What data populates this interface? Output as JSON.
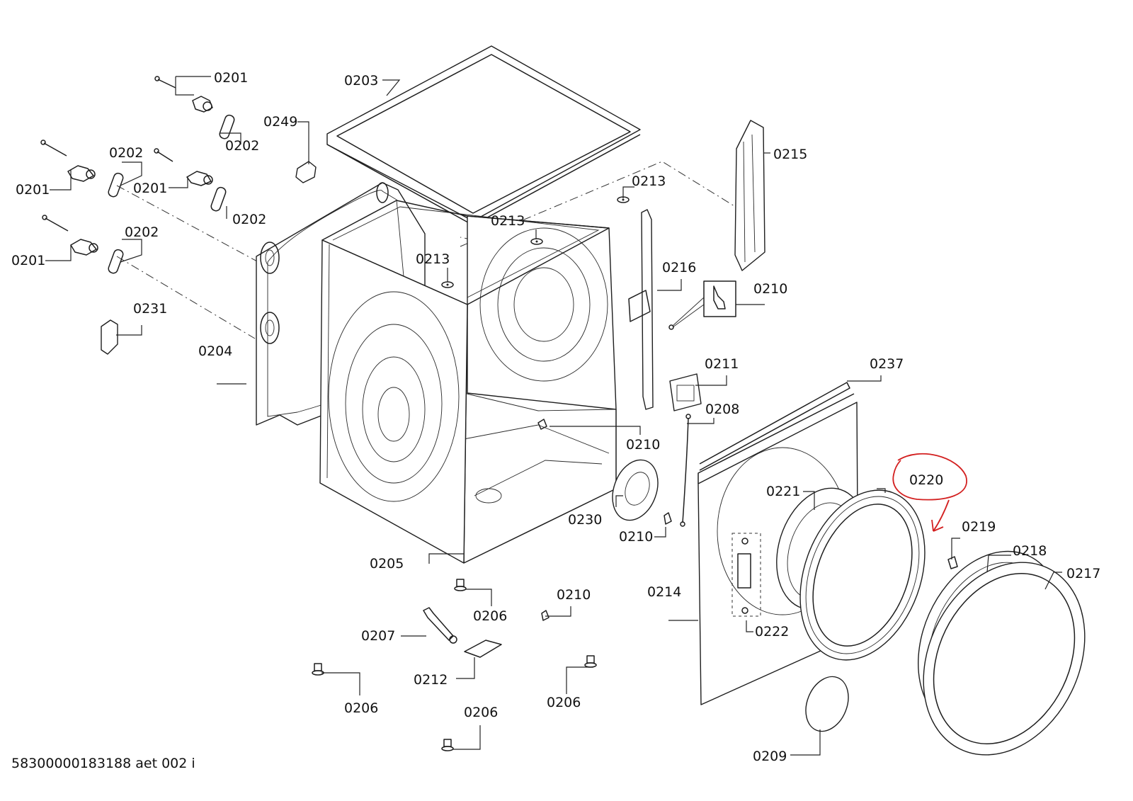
{
  "footer": {
    "document_id": "58300000183188 aet 002 i"
  },
  "colors": {
    "line": "#1e1e1e",
    "annotation": "#d32020",
    "background": "#ffffff"
  },
  "labels": {
    "l0201a": "0201",
    "l0201b": "0201",
    "l0201c": "0201",
    "l0201d": "0201",
    "l0202a": "0202",
    "l0202b": "0202",
    "l0202c": "0202",
    "l0202d": "0202",
    "l0203": "0203",
    "l0204": "0204",
    "l0205": "0205",
    "l0206a": "0206",
    "l0206b": "0206",
    "l0206c": "0206",
    "l0206d": "0206",
    "l0207": "0207",
    "l0208": "0208",
    "l0209": "0209",
    "l0210a": "0210",
    "l0210b": "0210",
    "l0210c": "0210",
    "l0210d": "0210",
    "l0211": "0211",
    "l0212": "0212",
    "l0213a": "0213",
    "l0213b": "0213",
    "l0213c": "0213",
    "l0214": "0214",
    "l0215": "0215",
    "l0216": "0216",
    "l0217": "0217",
    "l0218": "0218",
    "l0219": "0219",
    "l0220": "0220",
    "l0221": "0221",
    "l0222": "0222",
    "l0230": "0230",
    "l0231": "0231",
    "l0237": "0237",
    "l0249": "0249"
  },
  "highlight": {
    "part": "0220"
  }
}
